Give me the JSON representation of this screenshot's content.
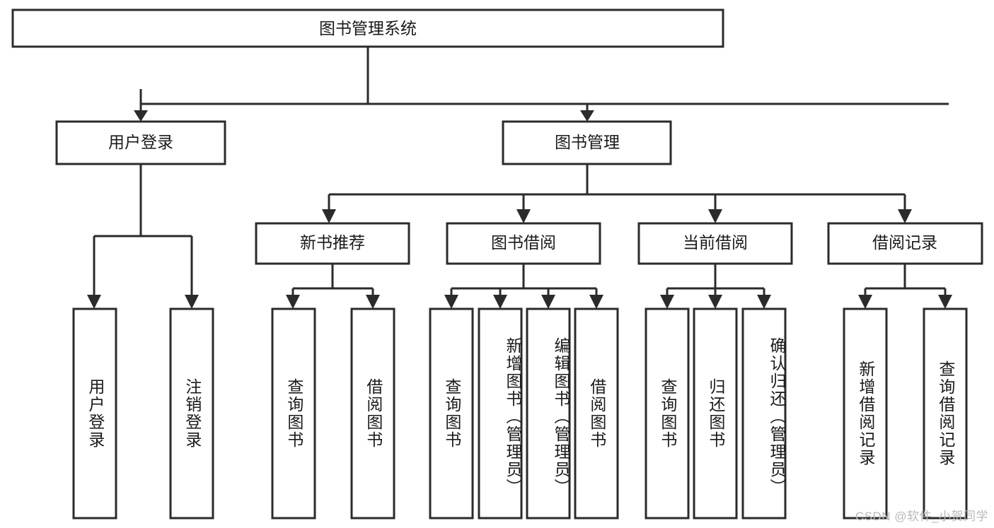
{
  "diagram": {
    "title": "图书管理系统",
    "type": "tree",
    "orientation": "top-down",
    "colors": {
      "box_fill": "#ffffff",
      "box_stroke": "#2b2b2b",
      "connector": "#2b2b2b",
      "text": "#1a1a1a",
      "watermark": "#b9b9b9",
      "background": "#ffffff"
    },
    "watermark": "CSDN @软件_小贺同学"
  },
  "nodes": {
    "root": {
      "label": "图书管理系统",
      "level": 1
    },
    "level2": [
      {
        "id": "user-login",
        "label": "用户登录"
      },
      {
        "id": "book-management",
        "label": "图书管理"
      }
    ],
    "level3": [
      {
        "id": "new-book-recommend",
        "label": "新书推荐",
        "parent": "book-management"
      },
      {
        "id": "book-borrow",
        "label": "图书借阅",
        "parent": "book-management"
      },
      {
        "id": "current-borrow",
        "label": "当前借阅",
        "parent": "book-management"
      },
      {
        "id": "borrow-record",
        "label": "借阅记录",
        "parent": "book-management"
      }
    ],
    "leaves": {
      "user-login": [
        {
          "id": "leaf-user-login",
          "label": "用户登录"
        },
        {
          "id": "leaf-logout",
          "label": "注销登录"
        }
      ],
      "new-book-recommend": [
        {
          "id": "leaf-query-book-1",
          "label": "查询图书"
        },
        {
          "id": "leaf-borrow-book-1",
          "label": "借阅图书"
        }
      ],
      "book-borrow": [
        {
          "id": "leaf-query-book-2",
          "label": "查询图书"
        },
        {
          "id": "leaf-add-book",
          "label": "新增图书（管理员）"
        },
        {
          "id": "leaf-edit-book",
          "label": "编辑图书（管理员）"
        },
        {
          "id": "leaf-borrow-book-2",
          "label": "借阅图书"
        }
      ],
      "current-borrow": [
        {
          "id": "leaf-query-book-3",
          "label": "查询图书"
        },
        {
          "id": "leaf-return-book",
          "label": "归还图书"
        },
        {
          "id": "leaf-confirm-return",
          "label": "确认归还（管理员）"
        }
      ],
      "borrow-record": [
        {
          "id": "leaf-add-record",
          "label": "新增借阅记录"
        },
        {
          "id": "leaf-query-record",
          "label": "查询借阅记录"
        }
      ]
    }
  }
}
